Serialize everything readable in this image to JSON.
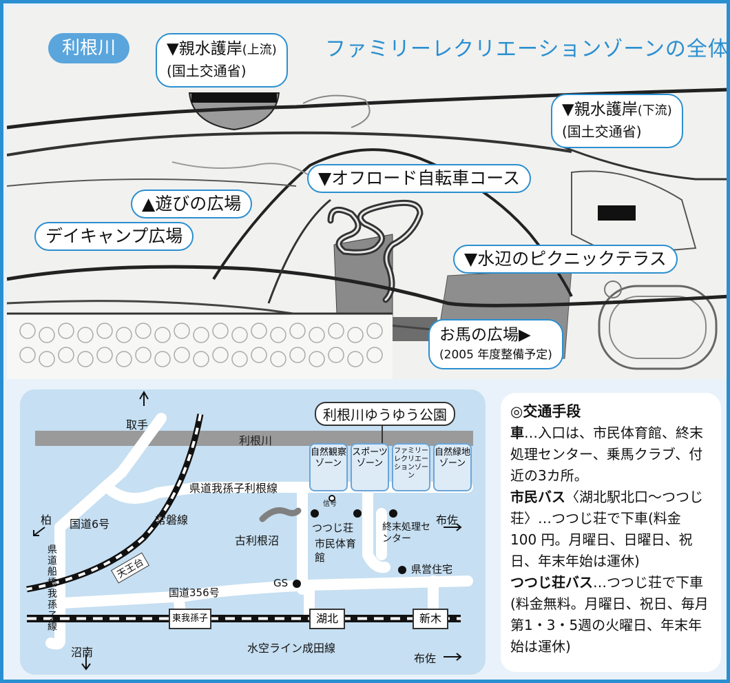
{
  "upper_map": {
    "river_label": "利根川",
    "title": "ファミリーレクリエーションゾーンの全体図",
    "callouts": {
      "upstream_bank": {
        "line1_main": "▼親水護岸",
        "line1_small": "(上流)",
        "line2": "(国土交通省)"
      },
      "downstream_bank": {
        "line1_main": "▼親水護岸",
        "line1_small": "(下流)",
        "line2": "(国土交通省)"
      },
      "offroad": "▼オフロード自転車コース",
      "play_square": "▲遊びの広場",
      "daycamp": "デイキャンプ広場",
      "picnic": "▼水辺のピクニックテラス",
      "horse": {
        "line1": "お馬の広場▶",
        "line2": "(2005 年度整備予定)"
      }
    }
  },
  "access_map": {
    "park_name": "利根川ゆうゆう公園",
    "river": "利根川",
    "zones": [
      {
        "text": "自然観察ゾーン"
      },
      {
        "text": "スポーツゾーン"
      },
      {
        "text": "ファミリーレクリエーションゾーン"
      },
      {
        "text": "自然緑地ゾーン"
      }
    ],
    "labels": {
      "toride": "取手",
      "kashiwa": "柏",
      "route6": "国道6号",
      "joban": "常磐線",
      "prefroad": "県道我孫子利根線",
      "signal": "信号",
      "tenoudai": "天王台",
      "kotonenuma": "古利根沼",
      "funabashi": "県道船橋我孫子線",
      "tsutsuji": "つつじ荘",
      "gym": "市民体育館",
      "sewage": "終末処理センター",
      "fusa1": "布佐",
      "fusa2": "布佐",
      "housing": "県営住宅",
      "gs": "GS",
      "route356": "国道356号",
      "higashiabiko": "東我孫子",
      "kohoku": "湖北",
      "shinki": "新木",
      "suigo": "水空ライン成田線",
      "shonan": "沼南"
    }
  },
  "transport": {
    "title": "◎交通手段",
    "car_head": "車",
    "car_text": "…入口は、市民体育館、終末処理センター、乗馬クラブ、付近の3カ所。",
    "citybus_head": "市民バス",
    "citybus_text": "〈湖北駅北口〜つつじ荘〉…つつじ荘で下車(料金 100 円。月曜日、日曜日、祝日、年末年始は運休)",
    "tsutsujibus_head": "つつじ荘バス",
    "tsutsujibus_text": "…つつじ荘で下車(料金無料。月曜日、祝日、毎月第1・3・5週の火曜日、年末年始は運休)"
  }
}
